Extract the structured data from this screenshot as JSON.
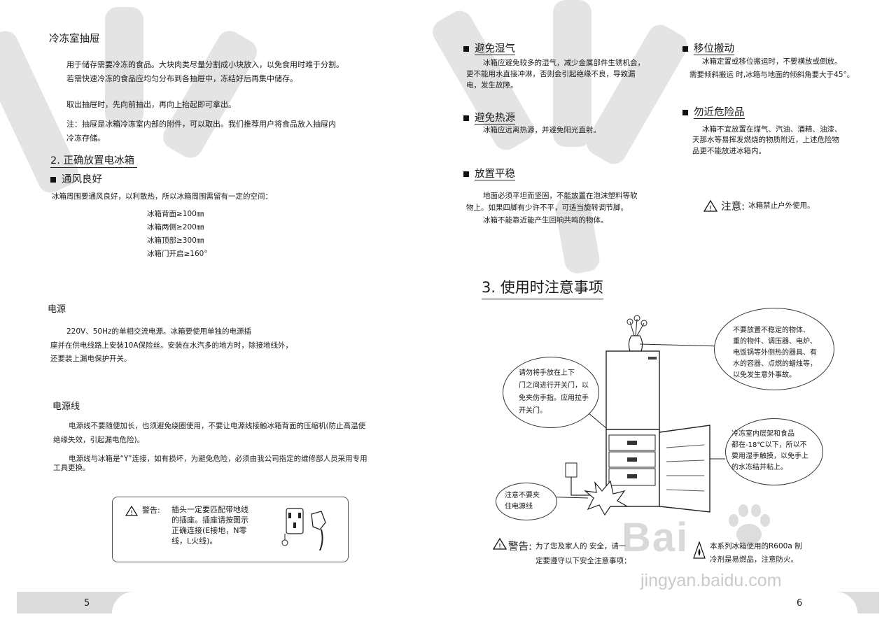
{
  "left": {
    "drawer_title": "冷冻室抽屉",
    "drawer_p1_l1": "用于储存需要冷冻的食品。大块肉类尽量分割成小块放入，以免食用时难于分割。",
    "drawer_p1_l2": "若需快速冷冻的食品应均匀分布到各抽屉中，冻结好后再集中储存。",
    "drawer_p2": "取出抽屉时，先向前抽出，再向上抬起即可拿出。",
    "drawer_p3_l1": "注：抽屉是冰箱冷冻室内部的附件，可以取出。我们推荐用户将食品放入抽屉内",
    "drawer_p3_l2": "冷冻存储。",
    "sec2_title": "2. 正确放置电冰箱",
    "vent_title": "通风良好",
    "vent_text": "冰箱周围要通风良好，以利散热，所以冰箱周围需留有一定的空间：",
    "clearances": [
      "冰箱背面≥100㎜",
      "冰箱两侧≥200㎜",
      "冰箱顶部≥300㎜",
      "冰箱门开启≥160°"
    ],
    "power_title": "电源",
    "power_l1": "220V、50Hz的单相交流电源。冰箱要使用单独的电源插",
    "power_l2": "座并在供电线路上安装10A保险丝。安装在水汽多的地方时，除接地线外，",
    "power_l3": "还要装上漏电保护开关。",
    "cord_title": "电源线",
    "cord_p1_l1": "电源线不要随便加长，也须避免绕圈使用，不要让电源线接触冰箱背面的压缩机(防止高温使",
    "cord_p1_l2": "绝缘失效，引起漏电危险)。",
    "cord_p2_l1": "电源线与冰箱是“Y”连接，如有损坏，为避免危险，必须由我公司指定的维修部人员采用专用",
    "cord_p2_l2": "工具更换。",
    "warn_label": "警告:",
    "warn_lines": [
      "插头一定要匹配带地线",
      "的插座。插座请按图示",
      "正确连接(E接地，N零",
      "线，L火线)。"
    ],
    "page_num": "5"
  },
  "right": {
    "humid_title": "避免湿气",
    "humid_lines": [
      "冰箱应避免较多的湿气，减少金属部件生锈机会，",
      "更不能用水直接冲淋，否则会引起绝缘不良，导致漏",
      "电，发生故障。"
    ],
    "heat_title": "避免热源",
    "heat_text": "冰箱应远离热源，并避免阳光直射。",
    "level_title": "放置平稳",
    "level_lines": [
      "地面必须平坦而坚固，不能放置在泡沫塑料等软",
      "物上。如果四脚有少许不平，可适当旋转调节脚。",
      "冰箱不能靠近能产生回响共鸣的物体。"
    ],
    "move_title": "移位搬动",
    "move_lines": [
      "冰箱定置或移位搬运时，不要横放或倒放。",
      "需要倾斜搬运 时,冰箱与地面的倾斜角要大于45°。"
    ],
    "danger_title": "勿近危险品",
    "danger_lines": [
      "冰箱不宜放置在煤气、汽油、酒精、油漆、",
      "天那水等易挥发燃烧的物质附近，上述危险物",
      "品更不能放进冰箱内。"
    ],
    "caution_label": "注意:",
    "caution_text": "冰箱禁止户外使用。",
    "sec3_title": "3. 使用时注意事项",
    "bubble_top": [
      "不要放置不稳定的物体、",
      "重的物件、调压器、电炉、",
      "电饭锅等外侧热的器具、有",
      "水的容器、点燃的蜡烛等，",
      "以免发生意外事故。"
    ],
    "bubble_left": [
      "请勿将手放在上下",
      "门之间进行开关门，以",
      "免夹伤手指。应用拉手",
      "开关门。"
    ],
    "bubble_right": [
      "冷冻室内层架和食品",
      "都在-18℃以下，所以不",
      "要用湿手触摸，以免手上",
      "的水冻结并粘上。"
    ],
    "bubble_cord": [
      "注意不要夹",
      "住电源线"
    ],
    "warn2_label": "警告:",
    "warn2_l1": "为了您及家人的 安全，请一",
    "warn2_l2": "定要遵守以下安全注意事项：",
    "refrig_l1": "本系列冰箱使用的R600a 制",
    "refrig_l2": "冷剂是易燃品，注意防火。",
    "page_num": "6",
    "watermark_text": "Bai",
    "watermark_sub": "jingyan.baidu.com"
  }
}
